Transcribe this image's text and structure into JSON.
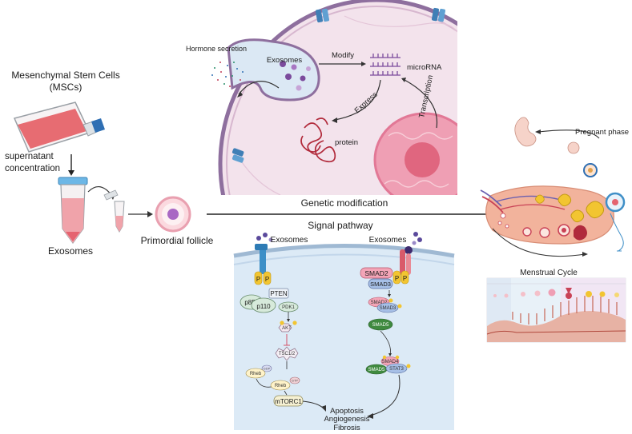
{
  "left": {
    "msc_title_line1": "Mesenchymal Stem Cells",
    "msc_title_line2": "(MSCs)",
    "supernatant_line1": "supernatant",
    "supernatant_line2": "concentration",
    "exosomes": "Exosomes",
    "primordial_follicle": "Primordial follicle"
  },
  "cell_top": {
    "hormone_secretion": "Hormone secretion",
    "exosomes": "Exosomes",
    "modify": "Modify",
    "microrna": "microRNA",
    "express": "Express",
    "transcription": "Transcription",
    "protein": "protein"
  },
  "middle": {
    "genetic_modification": "Genetic modification",
    "signal_pathway": "Signal pathway"
  },
  "pathway": {
    "exosomes_left": "Exosomes",
    "exosomes_right": "Exosomes",
    "p": "P",
    "pten": "PTEN",
    "p85": "p85",
    "p110": "p110",
    "pdk1": "PDK1",
    "akt": "AKT",
    "tsc": "TSC1/2",
    "gdp": "GDP",
    "rheb1": "Rheb",
    "rheb2": "Rheb",
    "gtp": "GTP",
    "mtorc1": "mTORC1",
    "smad2": "SMAD2",
    "smad3": "SMAD3",
    "smad2b": "SMAD2",
    "smad3b": "SMAD3",
    "smad5": "SMAD5",
    "smad4": "SMAD4",
    "smad5b": "SMAD5",
    "stat3": "STAT3",
    "outcome1": "Apoptosis",
    "outcome2": "Angiogenesis",
    "outcome3": "Fibrosis"
  },
  "right": {
    "pregnant_phase": "Pregnant phase",
    "menstrual_cycle": "Menstrual Cycle"
  },
  "colors": {
    "cell_pink": "#f3e3ec",
    "membrane": "#8e6f9e",
    "nucleus": "#ef9fb4",
    "exosome_purple": "#7b4a9c",
    "ovary": "#f2b39c",
    "smad_pink": "#f3a5b7",
    "smad_blue": "#a6bfe6",
    "smad_green": "#3f8a3f",
    "phospho_yellow": "#f2c531"
  }
}
